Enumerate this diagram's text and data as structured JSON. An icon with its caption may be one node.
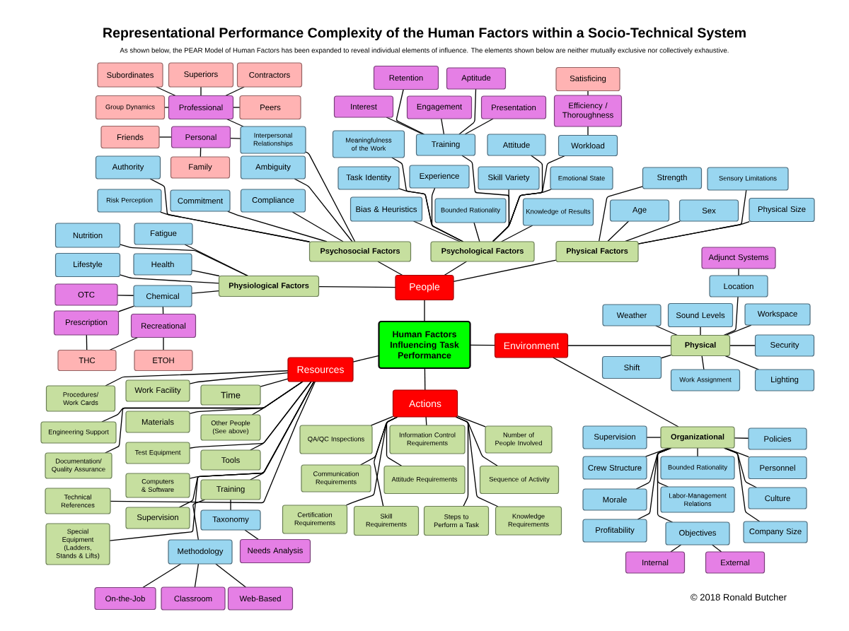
{
  "diagram": {
    "title": "Representational Performance Complexity of the Human Factors within a Socio-Technical System",
    "nodes": [
      {
        "text": [
          "Subordinates"
        ]
      },
      {
        "text": [
          "Superiors"
        ]
      },
      {
        "text": [
          "Contractors"
        ]
      },
      {
        "text": [
          "Retention"
        ]
      },
      {
        "text": [
          "Aptitude"
        ]
      },
      {
        "text": [
          "Satisficing"
        ]
      },
      {
        "text": [
          "Group Dynamics"
        ]
      },
      {
        "text": [
          "Professional"
        ]
      },
      {
        "text": [
          "Peers"
        ]
      },
      {
        "text": [
          "Interest"
        ]
      },
      {
        "text": [
          "Engagement"
        ]
      },
      {
        "text": [
          "Presentation"
        ]
      },
      {
        "text": [
          "Efficiency / Thoroughness"
        ]
      },
      {
        "text": [
          "Friends"
        ]
      },
      {
        "text": [
          "Personal"
        ]
      },
      {
        "text": [
          "Interpersonal Relationships"
        ]
      },
      {
        "text": [
          "Meaningfulness of the Work"
        ]
      },
      {
        "text": [
          "Training"
        ]
      },
      {
        "text": [
          "Attitude"
        ]
      },
      {
        "text": [
          "Workload"
        ]
      },
      {
        "text": [
          "Authority"
        ]
      },
      {
        "text": [
          "Family"
        ]
      },
      {
        "text": [
          "Ambiguity"
        ]
      },
      {
        "text": [
          "Task Identity"
        ]
      },
      {
        "text": [
          "Experience"
        ]
      },
      {
        "text": [
          "Skill Variety"
        ]
      },
      {
        "text": [
          "Emotional State"
        ]
      },
      {
        "text": [
          "Strength"
        ]
      },
      {
        "text": [
          "Sensory Limitations"
        ]
      },
      {
        "text": [
          "Risk Perception"
        ]
      },
      {
        "text": [
          "Commitment"
        ]
      },
      {
        "text": [
          "Compliance"
        ]
      },
      {
        "text": [
          "Bias & Heuristics"
        ]
      },
      {
        "text": [
          "Bounded Rationality"
        ]
      },
      {
        "text": [
          "Knowledge of Results"
        ]
      },
      {
        "text": [
          "Age"
        ]
      },
      {
        "text": [
          "Sex"
        ]
      },
      {
        "text": [
          "Physical Size"
        ]
      },
      {
        "text": [
          "Nutrition"
        ]
      },
      {
        "text": [
          "Fatigue"
        ]
      },
      {
        "text": [
          "Psychosocial Factors"
        ]
      },
      {
        "text": [
          "Psychological Factors"
        ]
      },
      {
        "text": [
          "Physical Factors"
        ]
      },
      {
        "text": [
          "Adjunct Systems"
        ]
      },
      {
        "text": [
          "Lifestyle"
        ]
      },
      {
        "text": [
          "Health"
        ]
      },
      {
        "text": [
          "Physiological Factors"
        ]
      },
      {
        "text": [
          "People"
        ]
      },
      {
        "text": [
          "Location"
        ]
      },
      {
        "text": [
          "OTC"
        ]
      },
      {
        "text": [
          "Chemical"
        ]
      },
      {
        "text": [
          "Weather"
        ]
      },
      {
        "text": [
          "Sound Levels"
        ]
      },
      {
        "text": [
          "Workspace"
        ]
      },
      {
        "text": [
          "Prescription"
        ]
      },
      {
        "text": [
          "Recreational"
        ]
      },
      {
        "text": [
          "Human Factors Influencing Task Performance"
        ]
      },
      {
        "text": [
          "Environment"
        ]
      },
      {
        "text": [
          "Physical"
        ]
      },
      {
        "text": [
          "Security"
        ]
      },
      {
        "text": [
          "THC"
        ]
      },
      {
        "text": [
          "ETOH"
        ]
      },
      {
        "text": [
          "Shift"
        ]
      },
      {
        "text": [
          "Resources"
        ]
      },
      {
        "text": [
          "Work Assignment"
        ]
      },
      {
        "text": [
          "Lighting"
        ]
      },
      {
        "text": [
          "Procedures/ Work Cards"
        ]
      },
      {
        "text": [
          "Work Facility"
        ]
      },
      {
        "text": [
          "Time"
        ]
      },
      {
        "text": [
          "Actions"
        ]
      },
      {
        "text": [
          "Engineering Support"
        ]
      },
      {
        "text": [
          "Materials"
        ]
      },
      {
        "text": [
          "Other People (See above)"
        ]
      },
      {
        "text": [
          "QA/QC Inspections"
        ]
      },
      {
        "text": [
          "Information Control Requirements"
        ]
      },
      {
        "text": [
          "Number of People Involved"
        ]
      },
      {
        "text": [
          "Supervision"
        ]
      },
      {
        "text": [
          "Organizational"
        ]
      },
      {
        "text": [
          "Policies"
        ]
      },
      {
        "text": [
          "Documentation/ Quality Assurance"
        ]
      },
      {
        "text": [
          "Test Equipment"
        ]
      },
      {
        "text": [
          "Tools"
        ]
      },
      {
        "text": [
          "Crew Structure"
        ]
      },
      {
        "text": [
          "Bounded Rationality"
        ]
      },
      {
        "text": [
          "Personnel"
        ]
      },
      {
        "text": [
          "Technical References"
        ]
      },
      {
        "text": [
          "Computers & Software"
        ]
      },
      {
        "text": [
          "Training"
        ]
      },
      {
        "text": [
          "Communication Requirements"
        ]
      },
      {
        "text": [
          "Attitude Requirements"
        ]
      },
      {
        "text": [
          "Sequence of Activity"
        ]
      },
      {
        "text": [
          "Morale"
        ]
      },
      {
        "text": [
          "Labor-Management Relations"
        ]
      },
      {
        "text": [
          "Culture"
        ]
      },
      {
        "text": [
          "Supervision"
        ]
      },
      {
        "text": [
          "Taxonomy"
        ]
      },
      {
        "text": [
          "Certification Requirements"
        ]
      },
      {
        "text": [
          "Skill Requirements"
        ]
      },
      {
        "text": [
          "Steps to Perform a Task"
        ]
      },
      {
        "text": [
          "Knowledge Requirements"
        ]
      },
      {
        "text": [
          "Profitability"
        ]
      },
      {
        "text": [
          "Objectives"
        ]
      },
      {
        "text": [
          "Company Size"
        ]
      },
      {
        "text": [
          "Special Equipment (Ladders, Stands & Lifts)"
        ]
      },
      {
        "text": [
          "Methodology"
        ]
      },
      {
        "text": [
          "Needs Analysis"
        ]
      },
      {
        "text": [
          "Internal"
        ]
      },
      {
        "text": [
          "External"
        ]
      },
      {
        "text": [
          "On-the-Job"
        ]
      },
      {
        "text": [
          "Classroom"
        ]
      },
      {
        "text": [
          "Web-Based"
        ]
      }
    ],
    "edges": [
      {
        "from": 47,
        "to": 56,
        "arrow": "none"
      },
      {
        "from": 56,
        "to": 57,
        "arrow": "none"
      },
      {
        "from": 56,
        "to": 63,
        "arrow": "none"
      },
      {
        "from": 56,
        "to": 69,
        "arrow": "none"
      },
      {
        "from": 47,
        "to": 40,
        "arrow": "none"
      },
      {
        "from": 47,
        "to": 41,
        "arrow": "none"
      },
      {
        "from": 47,
        "to": 42,
        "arrow": "none"
      },
      {
        "from": 47,
        "to": 46,
        "arrow": "none"
      },
      {
        "from": 40,
        "to": 15,
        "arrow": "none"
      },
      {
        "from": 40,
        "to": 22,
        "arrow": "none"
      },
      {
        "from": 40,
        "to": 31,
        "arrow": "none"
      },
      {
        "from": 40,
        "to": 30,
        "arrow": "none"
      },
      {
        "from": 40,
        "to": 20,
        "arrow": "none"
      },
      {
        "from": 40,
        "to": 29,
        "arrow": "none"
      },
      {
        "from": 7,
        "to": 0,
        "arrow": "none"
      },
      {
        "from": 7,
        "to": 1,
        "arrow": "none"
      },
      {
        "from": 7,
        "to": 2,
        "arrow": "none"
      },
      {
        "from": 7,
        "to": 6,
        "arrow": "none"
      },
      {
        "from": 7,
        "to": 8,
        "arrow": "none"
      },
      {
        "from": 7,
        "to": 15,
        "arrow": "none"
      },
      {
        "from": 14,
        "to": 13,
        "arrow": "none"
      },
      {
        "from": 14,
        "to": 15,
        "arrow": "none"
      },
      {
        "from": 14,
        "to": 21,
        "arrow": "none"
      },
      {
        "from": 41,
        "to": 16,
        "arrow": "none"
      },
      {
        "from": 41,
        "to": 23,
        "arrow": "none"
      },
      {
        "from": 41,
        "to": 32,
        "arrow": "none"
      },
      {
        "from": 41,
        "to": 17,
        "arrow": "none"
      },
      {
        "from": 41,
        "to": 24,
        "arrow": "none"
      },
      {
        "from": 41,
        "to": 33,
        "arrow": "none"
      },
      {
        "from": 41,
        "to": 18,
        "arrow": "none"
      },
      {
        "from": 41,
        "to": 25,
        "arrow": "none"
      },
      {
        "from": 41,
        "to": 34,
        "arrow": "none"
      },
      {
        "from": 41,
        "to": 26,
        "arrow": "none"
      },
      {
        "from": 41,
        "to": 19,
        "arrow": "none"
      },
      {
        "from": 17,
        "to": 9,
        "arrow": "none"
      },
      {
        "from": 17,
        "to": 3,
        "arrow": "none"
      },
      {
        "from": 17,
        "to": 10,
        "arrow": "none"
      },
      {
        "from": 17,
        "to": 4,
        "arrow": "none"
      },
      {
        "from": 17,
        "to": 11,
        "arrow": "none"
      },
      {
        "from": 12,
        "to": 5,
        "arrow": "none"
      },
      {
        "from": 12,
        "to": 19,
        "arrow": "none"
      },
      {
        "from": 42,
        "to": 27,
        "arrow": "none"
      },
      {
        "from": 42,
        "to": 35,
        "arrow": "none"
      },
      {
        "from": 42,
        "to": 28,
        "arrow": "none"
      },
      {
        "from": 42,
        "to": 36,
        "arrow": "none"
      },
      {
        "from": 42,
        "to": 37,
        "arrow": "none"
      },
      {
        "from": 46,
        "to": 39,
        "arrow": "none"
      },
      {
        "from": 46,
        "to": 45,
        "arrow": "none"
      },
      {
        "from": 46,
        "to": 38,
        "arrow": "none"
      },
      {
        "from": 46,
        "to": 44,
        "arrow": "none"
      },
      {
        "from": 46,
        "to": 50,
        "arrow": "none"
      },
      {
        "from": 50,
        "to": 49,
        "arrow": "none"
      },
      {
        "from": 50,
        "to": 54,
        "arrow": "none"
      },
      {
        "from": 50,
        "to": 55,
        "arrow": "none"
      },
      {
        "from": 54,
        "to": 60,
        "arrow": "none"
      },
      {
        "from": 55,
        "to": 60,
        "arrow": "none"
      },
      {
        "from": 55,
        "to": 61,
        "arrow": "none"
      },
      {
        "from": 57,
        "to": 58,
        "arrow": "none"
      },
      {
        "from": 57,
        "to": 77,
        "arrow": "none"
      },
      {
        "from": 58,
        "to": 52,
        "arrow": "none"
      },
      {
        "from": 58,
        "to": 48,
        "arrow": "none"
      },
      {
        "from": 58,
        "to": 51,
        "arrow": "none"
      },
      {
        "from": 58,
        "to": 53,
        "arrow": "none"
      },
      {
        "from": 58,
        "to": 59,
        "arrow": "none"
      },
      {
        "from": 58,
        "to": 62,
        "arrow": "none"
      },
      {
        "from": 58,
        "to": 64,
        "arrow": "none"
      },
      {
        "from": 58,
        "to": 65,
        "arrow": "none"
      },
      {
        "from": 48,
        "to": 43,
        "arrow": "none"
      },
      {
        "from": 77,
        "to": 76,
        "arrow": "none"
      },
      {
        "from": 77,
        "to": 78,
        "arrow": "none"
      },
      {
        "from": 77,
        "to": 82,
        "arrow": "none"
      },
      {
        "from": 77,
        "to": 83,
        "arrow": "none"
      },
      {
        "from": 77,
        "to": 84,
        "arrow": "none"
      },
      {
        "from": 77,
        "to": 91,
        "arrow": "none"
      },
      {
        "from": 77,
        "to": 92,
        "arrow": "none"
      },
      {
        "from": 77,
        "to": 93,
        "arrow": "none"
      },
      {
        "from": 77,
        "to": 100,
        "arrow": "none"
      },
      {
        "from": 77,
        "to": 101,
        "arrow": "none"
      },
      {
        "from": 77,
        "to": 102,
        "arrow": "none"
      },
      {
        "from": 101,
        "to": 106,
        "arrow": "none"
      },
      {
        "from": 101,
        "to": 107,
        "arrow": "none"
      },
      {
        "from": 63,
        "to": 66,
        "arrow": "none"
      },
      {
        "from": 63,
        "to": 67,
        "arrow": "none"
      },
      {
        "from": 63,
        "to": 68,
        "arrow": "none"
      },
      {
        "from": 63,
        "to": 70,
        "arrow": "none"
      },
      {
        "from": 63,
        "to": 71,
        "arrow": "none"
      },
      {
        "from": 63,
        "to": 72,
        "arrow": "none"
      },
      {
        "from": 63,
        "to": 79,
        "arrow": "none"
      },
      {
        "from": 63,
        "to": 80,
        "arrow": "none"
      },
      {
        "from": 63,
        "to": 81,
        "arrow": "none"
      },
      {
        "from": 63,
        "to": 85,
        "arrow": "none"
      },
      {
        "from": 63,
        "to": 86,
        "arrow": "none"
      },
      {
        "from": 63,
        "to": 87,
        "arrow": "none"
      },
      {
        "from": 63,
        "to": 94,
        "arrow": "none"
      },
      {
        "from": 63,
        "to": 103,
        "arrow": "none"
      },
      {
        "from": 87,
        "to": 95,
        "arrow": "none"
      },
      {
        "from": 87,
        "to": 104,
        "arrow": "none"
      },
      {
        "from": 95,
        "to": 105,
        "arrow": "none"
      },
      {
        "from": 104,
        "to": 108,
        "arrow": "none"
      },
      {
        "from": 104,
        "to": 109,
        "arrow": "none"
      },
      {
        "from": 104,
        "to": 110,
        "arrow": "none"
      },
      {
        "from": 69,
        "to": 73,
        "arrow": "none"
      },
      {
        "from": 69,
        "to": 74,
        "arrow": "none"
      },
      {
        "from": 69,
        "to": 75,
        "arrow": "none"
      },
      {
        "from": 69,
        "to": 88,
        "arrow": "none"
      },
      {
        "from": 69,
        "to": 89,
        "arrow": "none"
      },
      {
        "from": 69,
        "to": 90,
        "arrow": "none"
      },
      {
        "from": 69,
        "to": 96,
        "arrow": "none"
      },
      {
        "from": 69,
        "to": 97,
        "arrow": "none"
      },
      {
        "from": 69,
        "to": 98,
        "arrow": "none"
      },
      {
        "from": 69,
        "to": 99,
        "arrow": "none"
      }
    ],
    "labels": [
      "As shown below, the PEAR Model of Human Factors has been expanded to reveal individual elements of influence. The elements shown below are neither mutually exclusive nor collectively exhaustive.",
      "© 2018 Ronald Butcher"
    ]
  }
}
